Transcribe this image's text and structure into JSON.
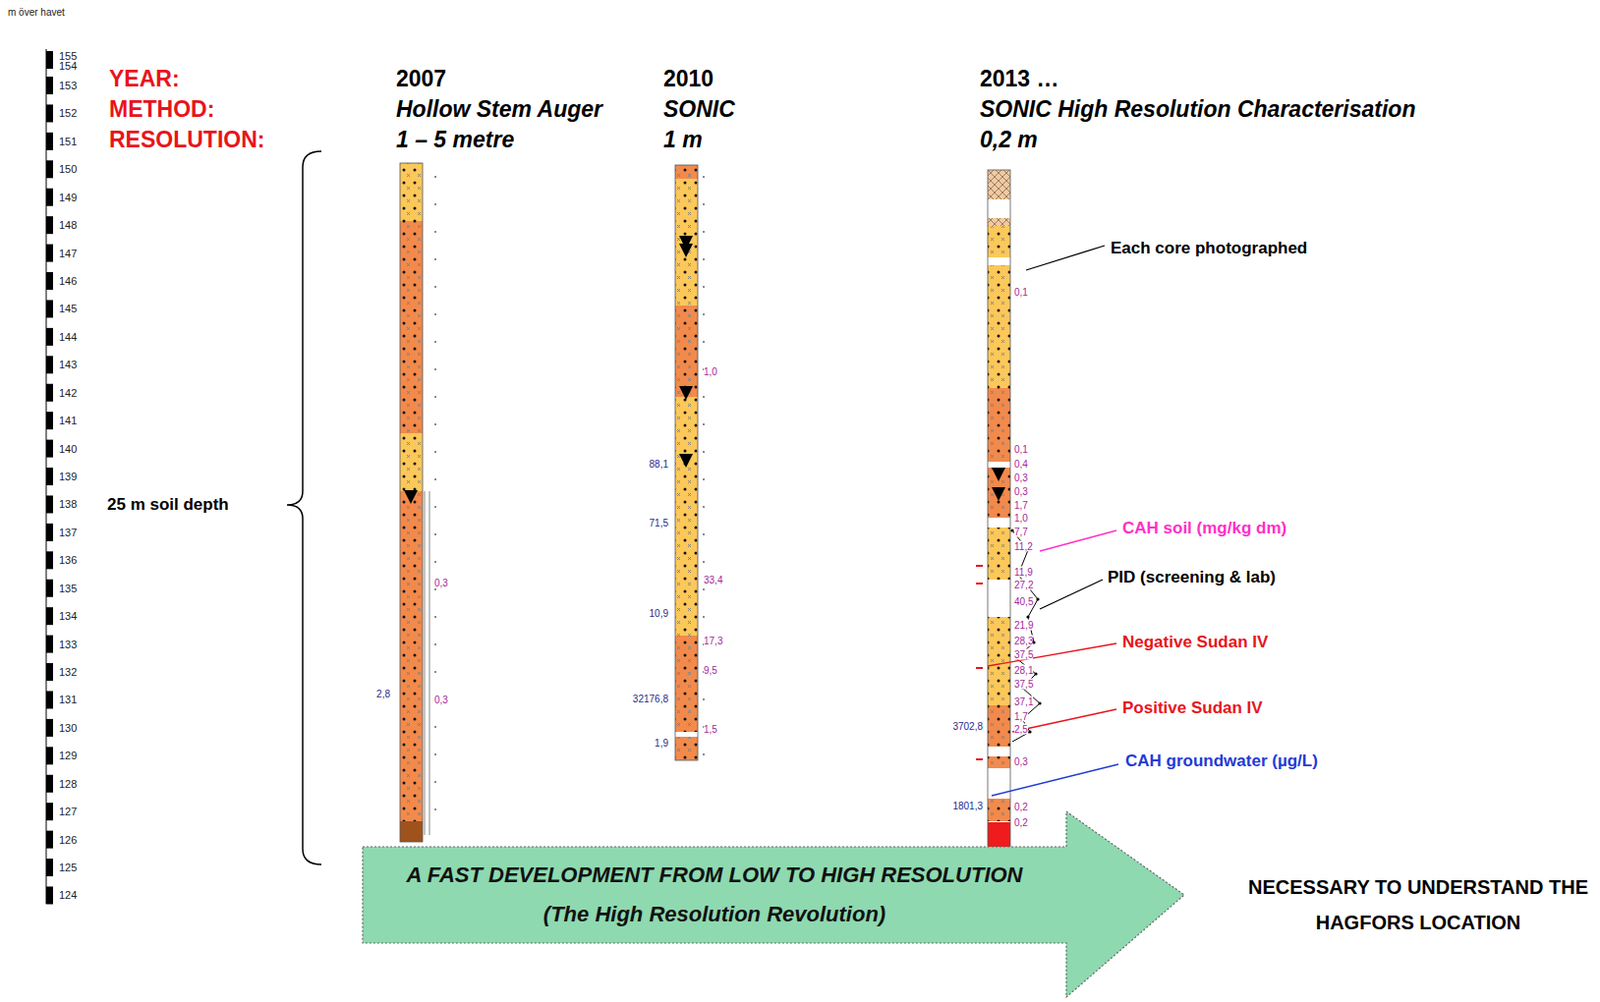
{
  "diagram": {
    "nodes": [
      {
        "text": [
          "A FAST DEVELOPMENT FROM LOW TO HIGH RESOLUTION",
          "(The High Resolution Revolution)"
        ]
      }
    ],
    "labels": [
      "m över havet",
      "155",
      "154",
      "153",
      "152",
      "151",
      "150",
      "149",
      "148",
      "147",
      "146",
      "145",
      "144",
      "143",
      "142",
      "141",
      "140",
      "139",
      "138",
      "137",
      "136",
      "135",
      "134",
      "133",
      "132",
      "131",
      "130",
      "129",
      "128",
      "127",
      "126",
      "125",
      "124",
      "YEAR:",
      "2007",
      "2010",
      "2013 …",
      "METHOD:",
      "Hollow Stem Auger",
      "SONIC",
      "SONIC  High Resolution Characterisation",
      "RESOLUTION:",
      "1 – 5 metre",
      "1 m",
      "0,2 m",
      "25 m soil depth",
      "0,3",
      "2,8",
      "0,3",
      "1,0",
      "88,1",
      "71,5",
      "33,4",
      "10,9",
      "17,3",
      "9,5",
      "32176,8",
      "1,5",
      "1,9",
      "0,1",
      "0,1",
      "0,4",
      "0,3",
      "0,3",
      "1,7",
      "1,0",
      "7,7",
      "11,2",
      "11,9",
      "27,2",
      "40,5",
      "21,9",
      "28,3",
      "37,5",
      "28,1",
      "37,5",
      "37,1",
      "1,7",
      "2,5",
      "3702,8",
      "0,3",
      "1801,3",
      "0,2",
      "0,2",
      "Each core photographed",
      "CAH soil (mg/kg dm)",
      "PID (screening & lab)",
      "Negative Sudan IV",
      "Positive Sudan IV",
      "CAH groundwater (µg/L)",
      "NECESSARY TO UNDERSTAND THE HAGFORS LOCATION"
    ]
  }
}
